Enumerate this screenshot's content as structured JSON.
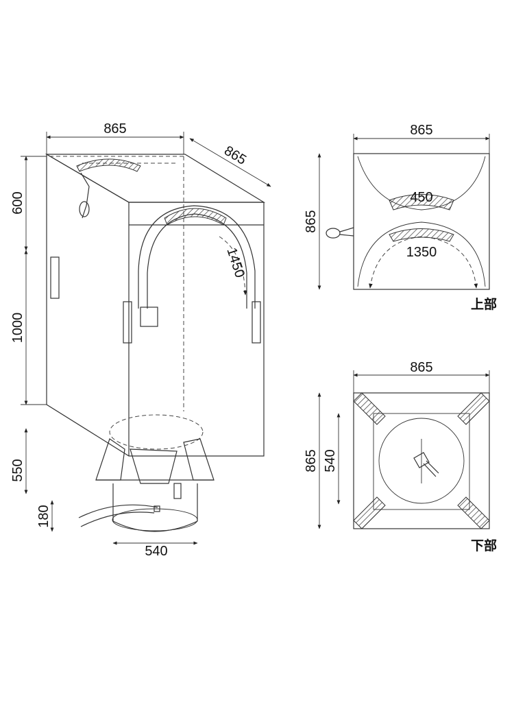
{
  "front_view": {
    "width_label": "865",
    "depth_label": "865",
    "top_height_label": "600",
    "body_height_label": "1000",
    "spout_height_label": "550",
    "spout_tie_label": "180",
    "spout_diameter_label": "540",
    "loop_length_label": "1450"
  },
  "top_view": {
    "width_label": "865",
    "height_label": "865",
    "inner_belt_label": "450",
    "outer_belt_label": "1350",
    "caption": "上部"
  },
  "bottom_view": {
    "width_label": "865",
    "height_label": "865",
    "spout_label": "540",
    "caption": "下部"
  }
}
